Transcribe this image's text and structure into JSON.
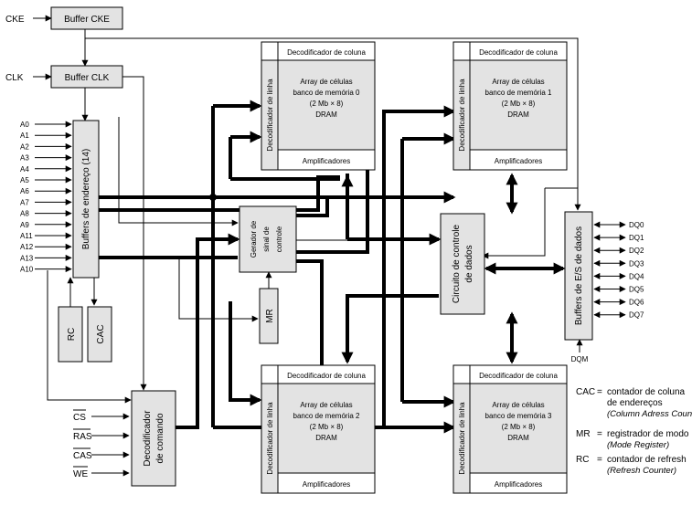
{
  "inputs": {
    "cke": "CKE",
    "clk": "CLK",
    "cs": "CS",
    "ras": "RAS",
    "cas": "CAS",
    "we": "WE",
    "dqm": "DQM"
  },
  "address_pins": [
    "A0",
    "A1",
    "A2",
    "A3",
    "A4",
    "A5",
    "A6",
    "A7",
    "A8",
    "A9",
    "A11",
    "A12",
    "A13",
    "A10"
  ],
  "data_pins": [
    "DQ0",
    "DQ1",
    "DQ2",
    "DQ3",
    "DQ4",
    "DQ5",
    "DQ6",
    "DQ7"
  ],
  "blocks": {
    "buffer_cke": "Buffer CKE",
    "buffer_clk": "Buffer CLK",
    "address_buffers": "Buffers de endereço (14)",
    "rc": "RC",
    "cac": "CAC",
    "signal_gen_1": "Gerador de",
    "signal_gen_2": "sinal de",
    "signal_gen_3": "controle",
    "mr": "MR",
    "cmd_dec_1": "Decodificador",
    "cmd_dec_2": "de comando",
    "data_ctrl_1": "Circuito de controle",
    "data_ctrl_2": "de dados",
    "io_buffers": "Buffers de E/S de dados"
  },
  "banks": [
    {
      "col_decoder": "Decodificador de coluna",
      "row_decoder": "Decodificador de linha",
      "line1": "Array de células",
      "line2": "banco de memória 0",
      "line3": "(2 Mb × 8)",
      "line4": "DRAM",
      "amps": "Amplificadores"
    },
    {
      "col_decoder": "Decodificador de coluna",
      "row_decoder": "Decodificador de linha",
      "line1": "Array de células",
      "line2": "banco de memória 1",
      "line3": "(2 Mb × 8)",
      "line4": "DRAM",
      "amps": "Amplificadores"
    },
    {
      "col_decoder": "Decodificador de coluna",
      "row_decoder": "Decodificador de linha",
      "line1": "Array de células",
      "line2": "banco de memória 2",
      "line3": "(2 Mb × 8)",
      "line4": "DRAM",
      "amps": "Amplificadores"
    },
    {
      "col_decoder": "Decodificador de coluna",
      "row_decoder": "Decodificador de linha",
      "line1": "Array de células",
      "line2": "banco de memória 3",
      "line3": "(2 Mb × 8)",
      "line4": "DRAM",
      "amps": "Amplificadores"
    }
  ],
  "legend": [
    {
      "abbr": "CAC",
      "eq": "=",
      "desc1": "contador de coluna",
      "desc2": "de endereços",
      "note": "(Column Adress Counter)"
    },
    {
      "abbr": "MR",
      "eq": "=",
      "desc1": "registrador de modo",
      "desc2": "",
      "note": "(Mode Register)"
    },
    {
      "abbr": "RC",
      "eq": "=",
      "desc1": "contador de refresh",
      "desc2": "",
      "note": "(Refresh Counter)"
    }
  ]
}
